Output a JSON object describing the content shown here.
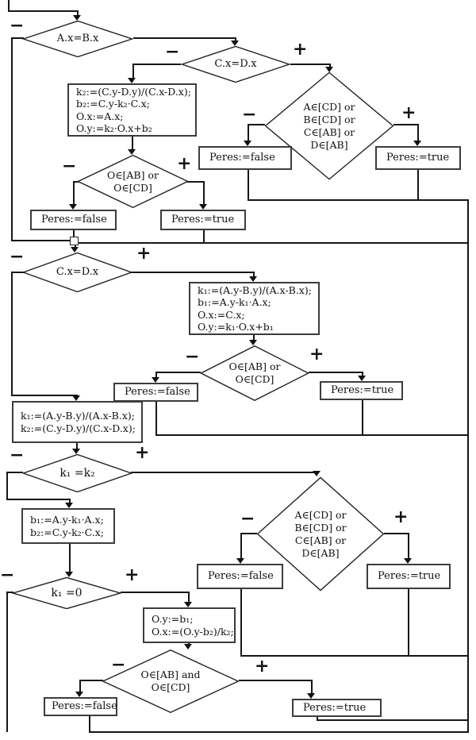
{
  "labels": {
    "minus": "−",
    "plus": "+"
  },
  "outcomes": {
    "false_label": "Peres:=false",
    "true_label": "Peres:=true"
  },
  "decisions": {
    "ax_eq_bx": "A.x=B.x",
    "cx_eq_dx": "C.x=D.x",
    "membership": [
      "A∈[CD] or",
      "B∈[CD] or",
      "C∈[AB] or",
      "D∈[AB]"
    ],
    "o_in_ab_or_cd": [
      "O∈[AB] or",
      "O∈[CD]"
    ],
    "k1_eq_k2": "k₁ =k₂",
    "k1_eq_0": "k₁ =0",
    "o_in_ab_and_cd": [
      "O∈[AB] and",
      "O∈[CD]"
    ]
  },
  "processes": {
    "k2_block": [
      "k₂:=(C.y-D.y)/(C.x-D.x);",
      "b₂:=C.y-k₂·C.x;",
      "O.x:=A.x;",
      "O.y:=k₂·O.x+b₂"
    ],
    "k1_block": [
      "k₁:=(A.y-B.y)/(A.x-B.x);",
      "b₁:=A.y-k₁·A.x;",
      "O.x:=C.x;",
      "O.y:=k₁·O.x+b₁"
    ],
    "k1k2_block": [
      "k₁:=(A.y-B.y)/(A.x-B.x);",
      "k₂:=(C.y-D.y)/(C.x-D.x);"
    ],
    "b1b2_block": [
      "b₁:=A.y-k₁·A.x;",
      "b₂:=C.y-k₂·C.x;"
    ],
    "oy_block": [
      "O.y:=b₁;",
      "O.x:=(O.y-b₂)/k₂;"
    ]
  }
}
